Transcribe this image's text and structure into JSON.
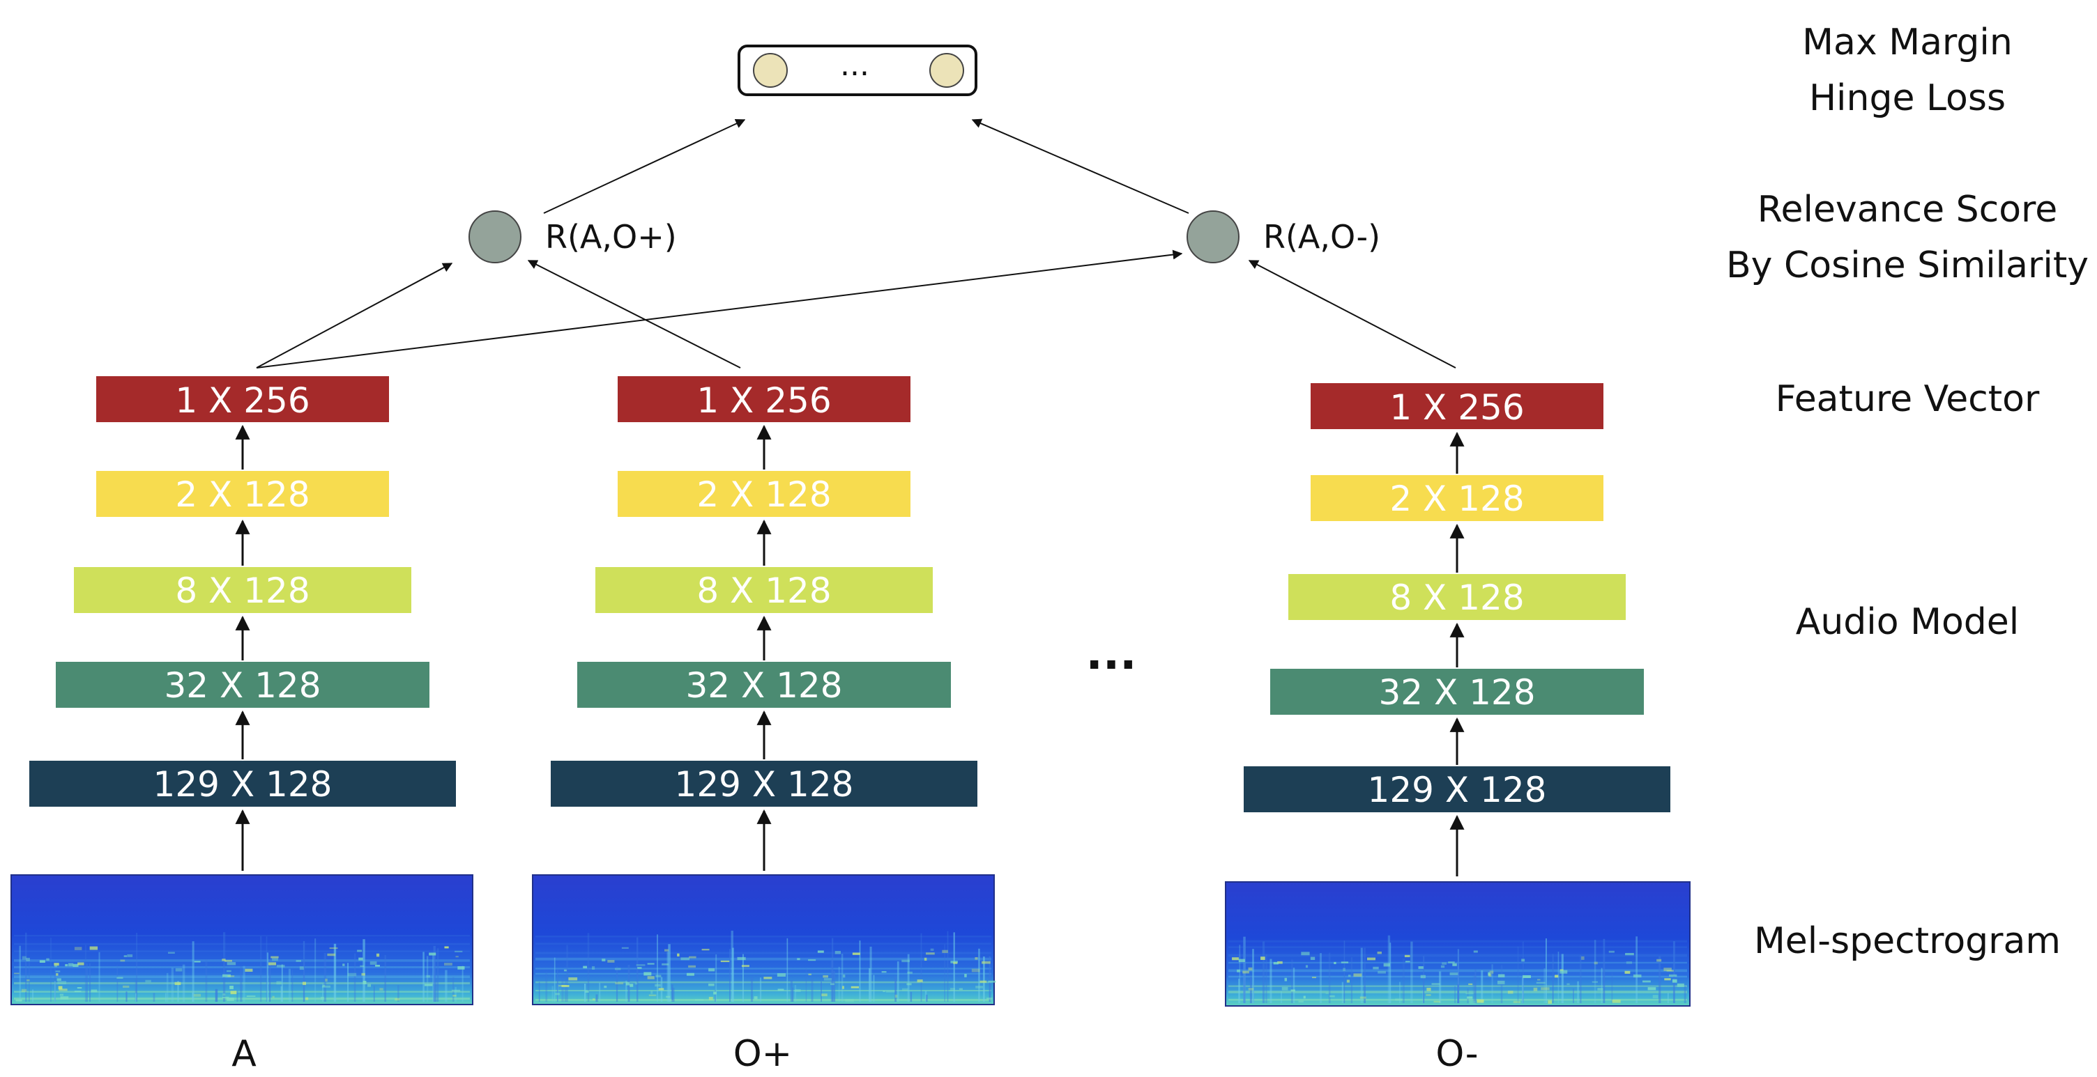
{
  "loss": {
    "label_line1": "Max Margin",
    "label_line2": "Hinge Loss",
    "box_ellipsis": "..."
  },
  "relevance": {
    "label_line1": "Relevance Score",
    "label_line2": "By Cosine Similarity",
    "score_positive": "R(A,O+)",
    "score_negative": "R(A,O-)"
  },
  "row_labels": {
    "feature_vector": "Feature Vector",
    "audio_model": "Audio Model",
    "mel_spectrogram": "Mel-spectrogram"
  },
  "layers": [
    "1 X 256",
    "2 X 128",
    "8 X 128",
    "32 X 128",
    "129 X 128"
  ],
  "columns": [
    {
      "name": "A"
    },
    {
      "name": "O+"
    },
    {
      "name": "O-"
    }
  ],
  "between_columns_ellipsis": "...",
  "colors": {
    "layer_1x256": "#a52a2a",
    "layer_2x128": "#f7dc4f",
    "layer_8x128": "#cfe05a",
    "layer_32x128": "#4b8b72",
    "layer_129x128": "#1d3f55",
    "score_node": "#94a39a",
    "loss_node": "#ece3b8",
    "spectrogram_base": "#1c3fd0"
  }
}
